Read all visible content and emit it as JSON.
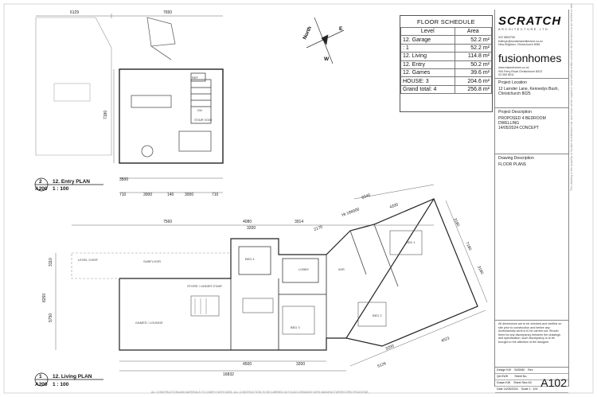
{
  "schedule": {
    "title": "FLOOR SCHEDULE",
    "headers": [
      "Level",
      "Area"
    ],
    "rows": [
      [
        "12. Garage",
        "52.2 m²"
      ],
      [
        ": 1",
        "52.2 m²"
      ],
      [
        "12. Living",
        "114.8 m²"
      ],
      [
        "12. Entry",
        "50.2 m²"
      ],
      [
        "12. Games",
        "39.6 m²"
      ],
      [
        "HOUSE: 3",
        "204.6 m²"
      ],
      [
        "Grand total: 4",
        "256.8 m²"
      ]
    ]
  },
  "titleblock": {
    "logo": "SCRATCH",
    "logo_sub": "ARCHITECTURE LTD",
    "contact": [
      "022 5893750",
      "Kathryn@scratcharchitecture.co.nz",
      "New Brighton, Christchurch 8061"
    ],
    "brand": "fusionhomes",
    "brand_contact": [
      "www.fusionhomes.co.nz",
      "994 Ferry Road Christchurch 8023",
      "03 359 8011"
    ],
    "project_location_label": "Project Location",
    "project_location": [
      "12 Larnder Lane, Kennedys Bush,",
      "Christchurch 8025"
    ],
    "project_description_label": "Project Description",
    "project_description": [
      "PROPOSED 4 BEDROOM DWELLING",
      "14/05/2024 CONCEPT"
    ],
    "drawing_description_label": "Drawing Description",
    "drawing_description": "FLOOR PLANS",
    "disclaimer": "All dimensions are to be checked and verified on site prior to construction and before any workmanship work is to be carried out. Should there be any discrepancy between the drawings and specification, such discrepancy is to be brought to the attention of the designer.",
    "info": [
      [
        "Design KW",
        "SAS080",
        "Rev"
      ],
      [
        "QA KWH",
        "",
        "Sheet No."
      ],
      [
        "Drawn KW",
        "Sheet Size A3",
        ""
      ],
      [
        "Date 14/05/2024",
        "Scale 1 : 100",
        ""
      ]
    ],
    "sheet_no": "A102",
    "side_text": "This drawing is the property of Scratch Architecture Ltd. and must not be copied or used without written consent. All dimensions to be verified on site.",
    "bottom_text": "ALL CONSTRUCTION AND MATERIALS TO COMPLY WITH NZBC. ALL CONSTRUCTION TO BE CARRIED OUT IN ACCORDANCE WITH MANUFACTURERS SPECIFICATIONS"
  },
  "plans": {
    "entry": {
      "num": "2",
      "ref": "A200",
      "title": "12. Entry PLAN",
      "scale": "1 : 100"
    },
    "living": {
      "num": "1",
      "ref": "A200",
      "title": "12. Living PLAN",
      "scale": "1 : 100"
    }
  },
  "dims": {
    "top_a": "6129",
    "top_b": "7650",
    "side_upper": "7180",
    "d_3500": "3500",
    "d_710a": "710",
    "d_3000a": "3000",
    "d_140": "140",
    "d_3000b": "3000",
    "d_710b": "710",
    "d_7560": "7560",
    "d_4080": "4080",
    "d_3914": "3914",
    "d_3200": "3200",
    "d_2170": "2170",
    "d_8340": "8340",
    "d_4200": "4200",
    "d_186000": "Ht 186000",
    "d_3180": "3180",
    "d_7180": "7180",
    "d_3180b": "3180",
    "d_3110": "3110",
    "d_8260": "8260",
    "d_5750": "5750",
    "d_4500": "4500",
    "d_3200b": "3200",
    "d_16832": "16832",
    "d_3200c": "3200",
    "d_4521": "4521",
    "d_5126": "5126"
  },
  "rooms": {
    "ref": "REF",
    "dn": "DN",
    "stair_void": "STAIR VOID",
    "level_over": "LEVEL OVER",
    "subfloor": "SUBFLOOR",
    "bed4": "BED 4",
    "bed1": "BED 1",
    "bed2": "BED 2",
    "bed3": "BED 3",
    "lobby": "LOBBY",
    "wir": "W/R",
    "store": "STORE / UNDER STAIR",
    "games": "GAMES / LOUNGE"
  },
  "north": {
    "n": "North",
    "e": "E",
    "w": "W"
  }
}
